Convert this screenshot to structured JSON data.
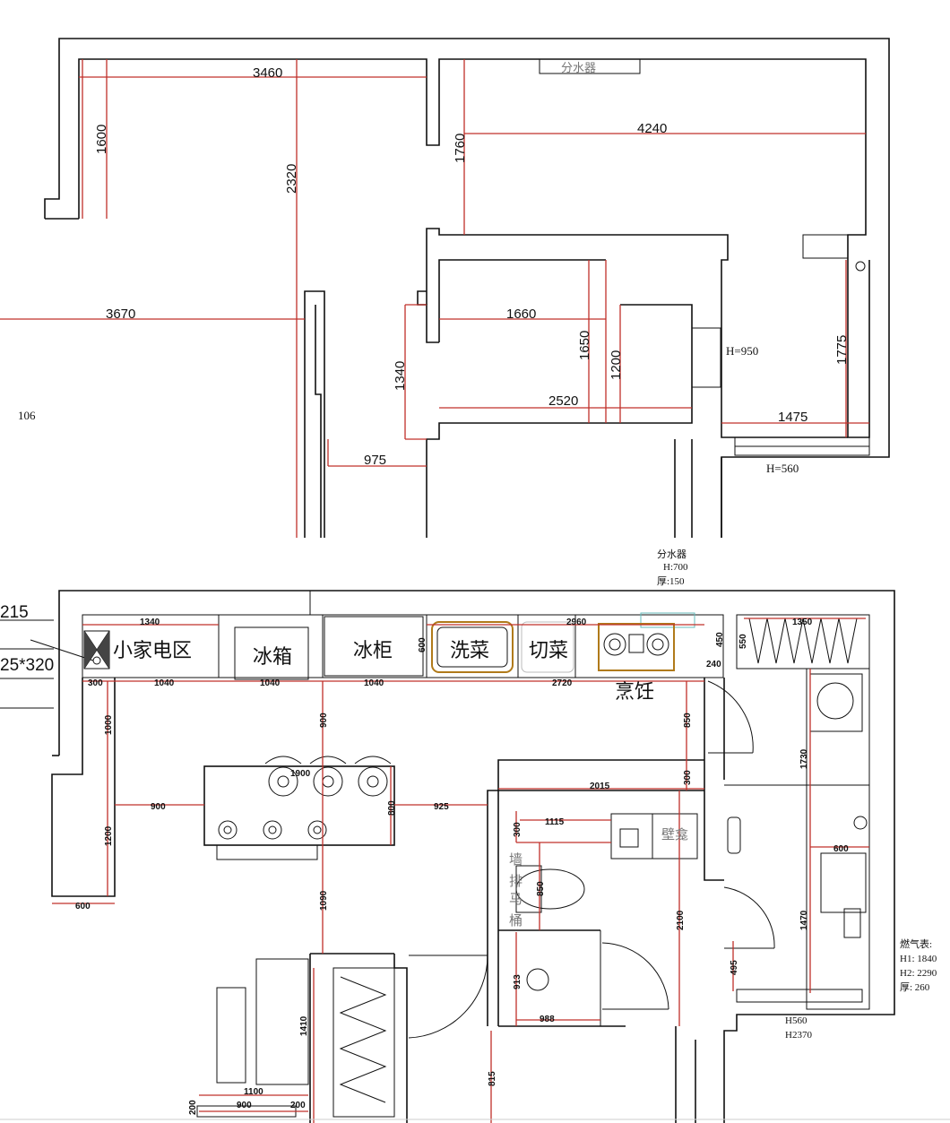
{
  "top_plan": {
    "dims": {
      "d3460": "3460",
      "d1600": "1600",
      "d2320": "2320",
      "d1760": "1760",
      "d4240": "4240",
      "d3670": "3670",
      "d1660": "1660",
      "d1650": "1650",
      "d1200": "1200",
      "d1340": "1340",
      "d2520": "2520",
      "d1775": "1775",
      "d1475": "1475",
      "d975": "975"
    },
    "labels": {
      "manifold": "分水器",
      "h950": "H=950",
      "h560": "H=560",
      "n106": "106"
    }
  },
  "bottom_plan": {
    "left_partial": {
      "n215": "215",
      "n25x320": "25*320"
    },
    "manifold_note": {
      "title": "分水器",
      "height": "H:700",
      "thickness": "厚:150"
    },
    "zones": {
      "small_appliances": "小家电区",
      "fridge": "冰箱",
      "freezer": "冰柜",
      "wash": "洗菜",
      "cut": "切菜",
      "cook": "烹饪",
      "niche": "壁龛",
      "toilet_c1": "墙",
      "toilet_c2": "排",
      "toilet_c3": "马",
      "toilet_c4": "桶"
    },
    "dims": {
      "b1340": "1340",
      "b2960": "2960",
      "b1350": "1350",
      "b300": "300",
      "b1040a": "1040",
      "b1040b": "1040",
      "b1040c": "1040",
      "b2720": "2720",
      "b600v": "600",
      "b450": "450",
      "b550": "550",
      "b240": "240",
      "b1000": "1000",
      "b900v": "900",
      "b850": "850",
      "b1730": "1730",
      "b1900": "1900",
      "b900h": "900",
      "b800": "800",
      "b925": "925",
      "b2015": "2015",
      "b300b": "300",
      "b300c": "300",
      "b1115": "1115",
      "b600h": "600",
      "b1200": "1200",
      "b600b": "600",
      "b1090": "1090",
      "b850b": "850",
      "b2100": "2100",
      "b1470": "1470",
      "b913": "913",
      "b988": "988",
      "b495": "495",
      "b1410": "1410",
      "b815": "815",
      "b1100": "1100",
      "b900b": "900",
      "b200a": "200",
      "b200b": "200"
    },
    "gas_meter": {
      "title": "燃气表:",
      "h1": "H1: 1840",
      "h2": "H2: 2290",
      "thickness": "厚: 260"
    },
    "h_notes": {
      "h560": "H560",
      "h2370": "H2370"
    }
  }
}
